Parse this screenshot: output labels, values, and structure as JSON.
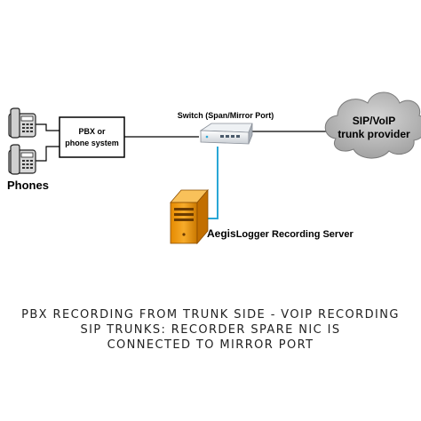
{
  "diagram": {
    "phones_label": "Phones",
    "pbx_label": {
      "line1": "PBX or",
      "line2": "phone system"
    },
    "switch_label": "Switch (Span/Mirror Port)",
    "cloud_label": {
      "line1": "SIP/VoIP",
      "line2": "trunk provider"
    },
    "server_label": {
      "brand": "Aegis",
      "rest": "Logger Recording Server"
    },
    "colors": {
      "link": "#2aa7d6",
      "server": "#f5a21c",
      "cloud": "#b9b9b9",
      "phone": "#d8d8d8",
      "box_border": "#000000"
    }
  },
  "caption": {
    "line1": "PBX RECORDING FROM TRUNK SIDE - VOIP RECORDING",
    "line2": "SIP TRUNKS: RECORDER SPARE NIC IS",
    "line3": "CONNECTED TO MIRROR PORT"
  }
}
